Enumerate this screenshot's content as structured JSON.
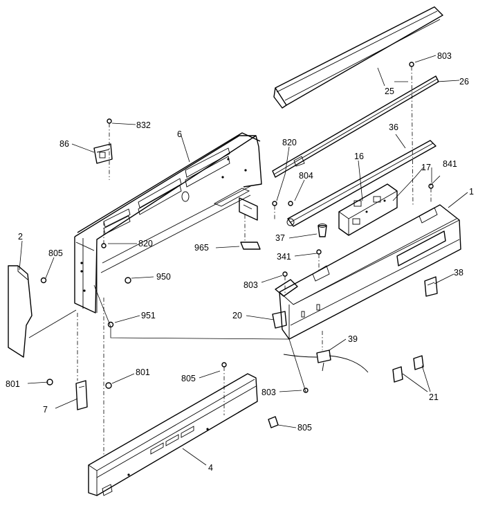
{
  "labels": {
    "l803a": "803",
    "l26": "26",
    "l25": "25",
    "l832": "832",
    "l86": "86",
    "l6": "6",
    "l820a": "820",
    "l36": "36",
    "l804": "804",
    "l16": "16",
    "l17": "17",
    "l841": "841",
    "l1": "1",
    "l2": "2",
    "l805a": "805",
    "l820b": "820",
    "l965": "965",
    "l37": "37",
    "l341": "341",
    "l950": "950",
    "l803b": "803",
    "l38": "38",
    "l951": "951",
    "l20": "20",
    "l39": "39",
    "l801a": "801",
    "l801b": "801",
    "l7": "7",
    "l805b": "805",
    "l803c": "803",
    "l805c": "805",
    "l21": "21",
    "l4": "4"
  }
}
